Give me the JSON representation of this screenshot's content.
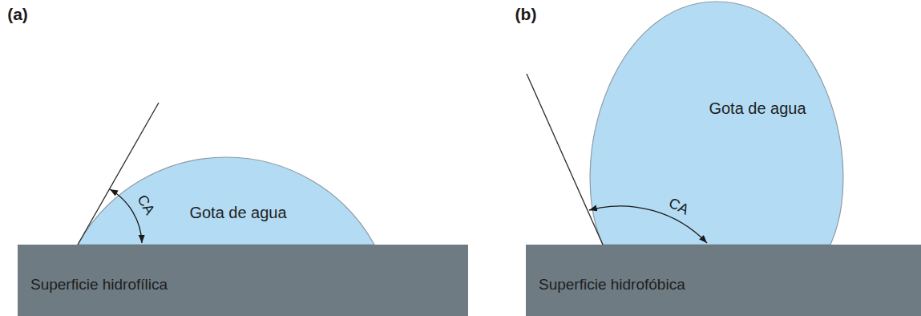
{
  "diagram": {
    "nodes": [
      {
        "text": [
          "Gota de agua"
        ]
      },
      {
        "text": [
          "Superficie hidrofílica"
        ]
      },
      {
        "text": [
          "Gota de agua"
        ]
      },
      {
        "text": [
          "Superficie hidrofóbica"
        ]
      }
    ],
    "labels": [
      "(a)",
      "CA",
      "(b)",
      "CA"
    ]
  }
}
